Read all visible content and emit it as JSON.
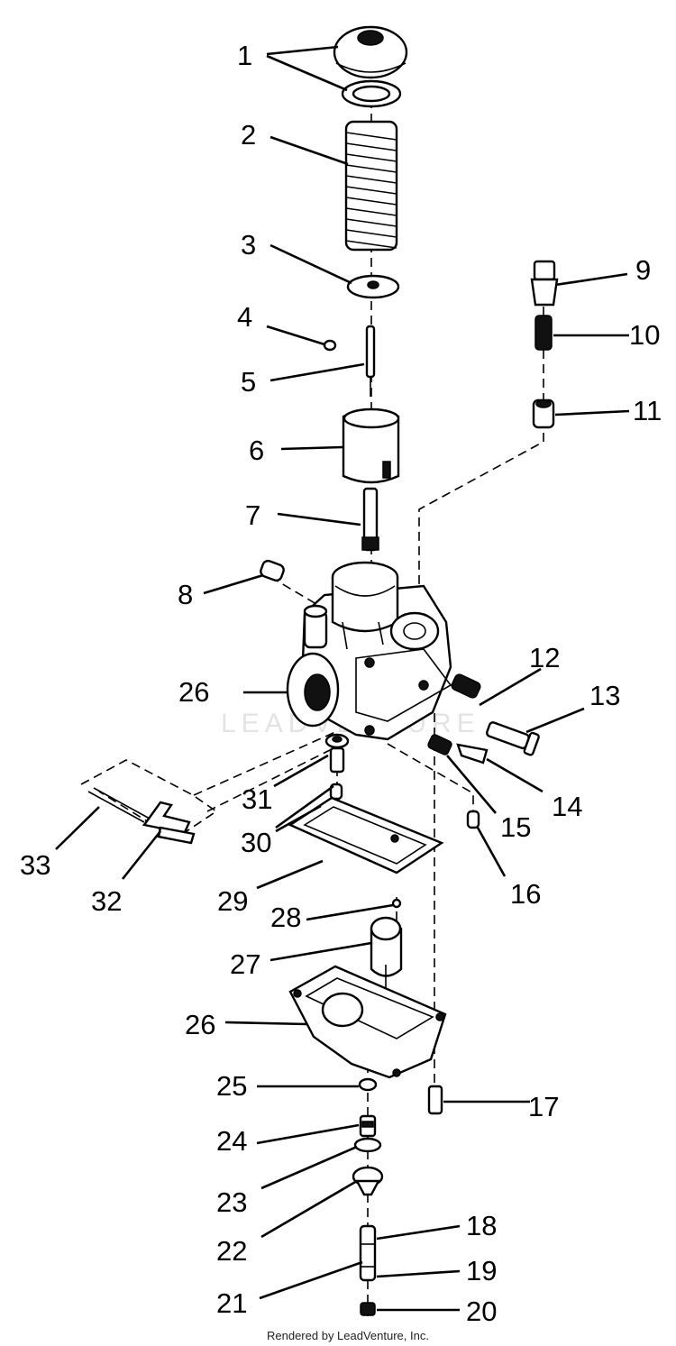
{
  "diagram": {
    "callouts": [
      "1",
      "2",
      "3",
      "4",
      "5",
      "6",
      "7",
      "8",
      "9",
      "10",
      "11",
      "12",
      "13",
      "14",
      "15",
      "16",
      "17",
      "18",
      "19",
      "20",
      "21",
      "22",
      "23",
      "24",
      "25",
      "26",
      "26",
      "27",
      "28",
      "29",
      "30",
      "31",
      "32",
      "33"
    ],
    "watermark": "LEADVENTURE",
    "footer": "Rendered by LeadVenture, Inc."
  }
}
